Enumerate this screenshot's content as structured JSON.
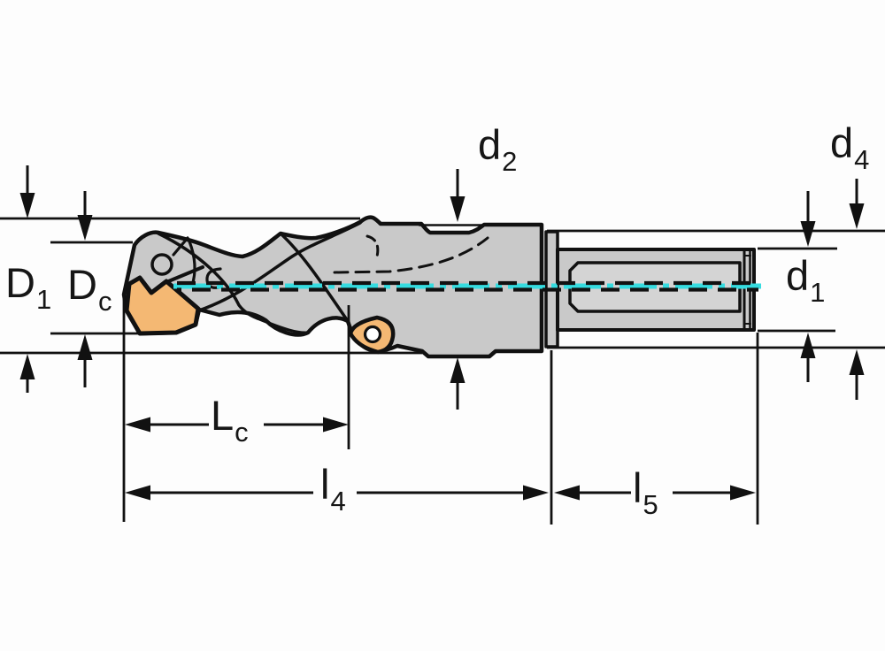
{
  "diagram": {
    "type": "technical-dimension-drawing",
    "subject": "indexable-insert-drill-side-view",
    "labels": {
      "D1": {
        "main": "D",
        "sub": "1"
      },
      "Dc": {
        "main": "D",
        "sub": "c"
      },
      "d2": {
        "main": "d",
        "sub": "2"
      },
      "d4": {
        "main": "d",
        "sub": "4"
      },
      "d1": {
        "main": "d",
        "sub": "1"
      },
      "Lc": {
        "main": "L",
        "sub": "c"
      },
      "l4": {
        "main": "l",
        "sub": "4"
      },
      "l5": {
        "main": "l",
        "sub": "5"
      }
    },
    "colors": {
      "line": "#111111",
      "body_gray": "#c9c9c9",
      "body_light": "#d4d4d4",
      "insert_orange": "#f4b873",
      "centerline_cyan": "#35dce0",
      "background": "#fdfdfd"
    }
  }
}
